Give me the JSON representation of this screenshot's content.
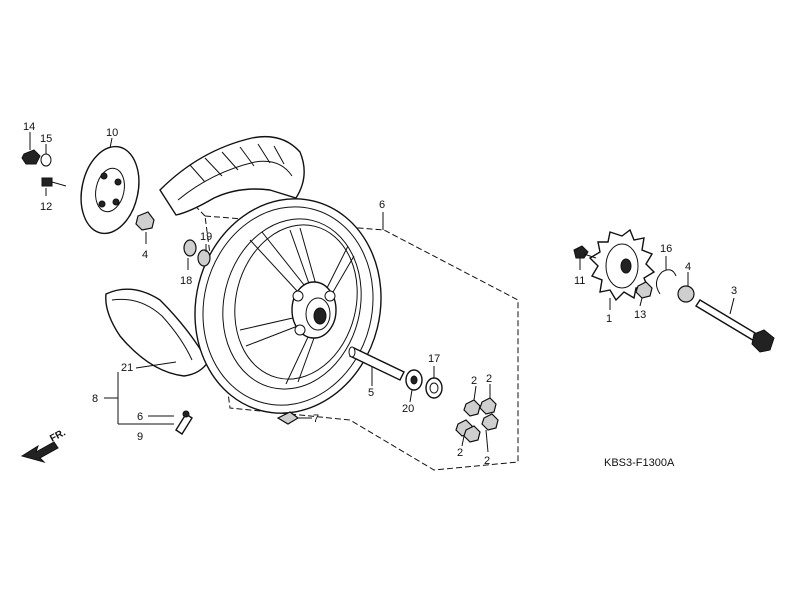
{
  "diagram_code": "KBS3-F1300A",
  "front_indicator": "FR.",
  "callouts": [
    {
      "id": "14",
      "text": "14"
    },
    {
      "id": "15",
      "text": "15"
    },
    {
      "id": "10",
      "text": "10"
    },
    {
      "id": "12",
      "text": "12"
    },
    {
      "id": "4a",
      "text": "4"
    },
    {
      "id": "19",
      "text": "19"
    },
    {
      "id": "18",
      "text": "18"
    },
    {
      "id": "6a",
      "text": "6"
    },
    {
      "id": "21",
      "text": "21"
    },
    {
      "id": "8",
      "text": "8"
    },
    {
      "id": "6b",
      "text": "6"
    },
    {
      "id": "9",
      "text": "9"
    },
    {
      "id": "7",
      "text": "7"
    },
    {
      "id": "5",
      "text": "5"
    },
    {
      "id": "17",
      "text": "17"
    },
    {
      "id": "20",
      "text": "20"
    },
    {
      "id": "2a",
      "text": "2"
    },
    {
      "id": "2b",
      "text": "2"
    },
    {
      "id": "2c",
      "text": "2"
    },
    {
      "id": "2d",
      "text": "2"
    },
    {
      "id": "11",
      "text": "11"
    },
    {
      "id": "1",
      "text": "1"
    },
    {
      "id": "13",
      "text": "13"
    },
    {
      "id": "16",
      "text": "16"
    },
    {
      "id": "4b",
      "text": "4"
    },
    {
      "id": "3",
      "text": "3"
    }
  ]
}
